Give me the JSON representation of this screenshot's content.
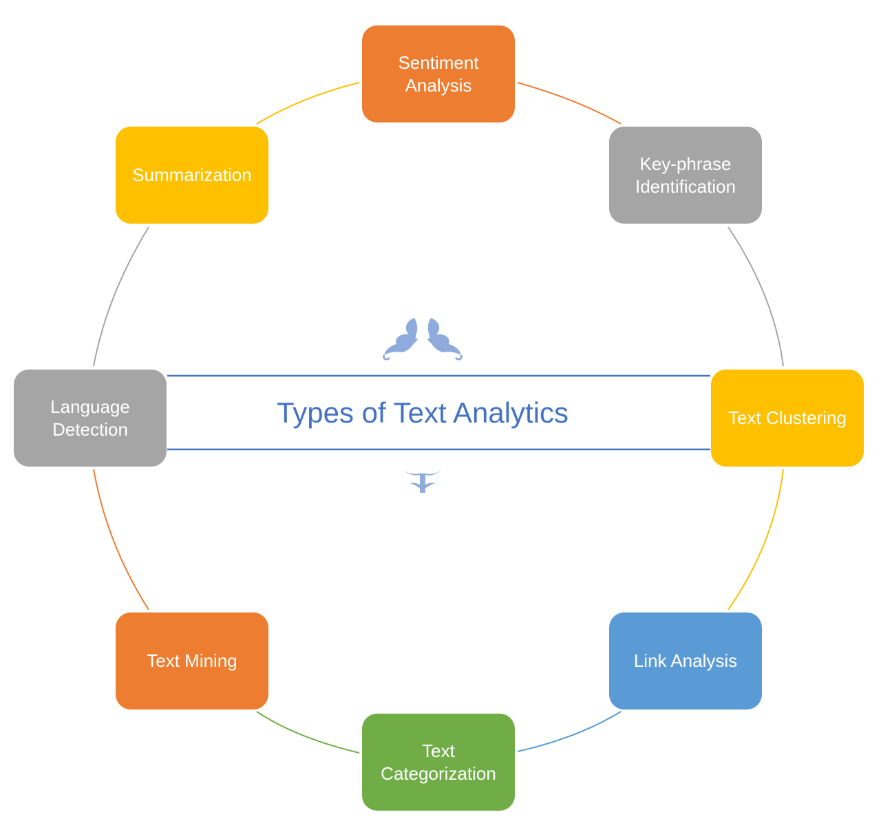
{
  "diagram": {
    "title": "Types of Text Analytics",
    "nodes": [
      {
        "id": "sentiment",
        "label": "Sentiment\nAnalysis",
        "color": "#ed7d31"
      },
      {
        "id": "keyphrase",
        "label": "Key-phrase\nIdentification",
        "color": "#a5a5a5"
      },
      {
        "id": "clustering",
        "label": "Text Clustering",
        "color": "#ffc000"
      },
      {
        "id": "link",
        "label": "Link Analysis",
        "color": "#5b9bd5"
      },
      {
        "id": "categorization",
        "label": "Text\nCategorization",
        "color": "#70ad47"
      },
      {
        "id": "mining",
        "label": "Text Mining",
        "color": "#ed7d31"
      },
      {
        "id": "language",
        "label": "Language\nDetection",
        "color": "#a5a5a5"
      },
      {
        "id": "summarization",
        "label": "Summarization",
        "color": "#ffc000"
      }
    ],
    "ornament_color": "#8faadc",
    "band_color": "#4472c4"
  }
}
